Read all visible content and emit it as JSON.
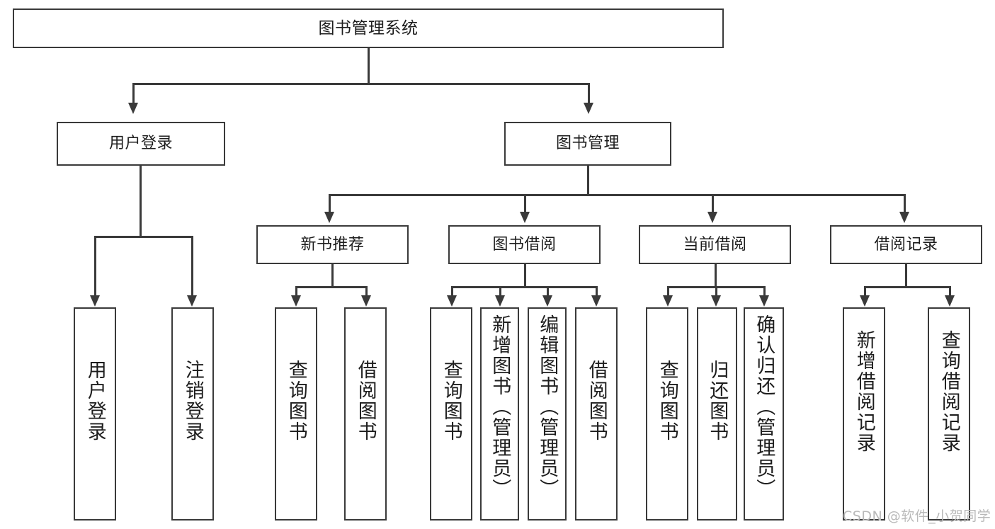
{
  "diagram": {
    "title": "图书管理系统",
    "type": "tree-hierarchy-diagram",
    "watermark": "CSDN @软件_小贺同学",
    "colors": {
      "stroke": "#3a3a3a",
      "fill": "#ffffff",
      "text": "#1d1d1d",
      "watermark": "#b9b9b9"
    },
    "nodes": {
      "root": {
        "label": "图书管理系统"
      },
      "level2": [
        {
          "id": "user-login",
          "label": "用户登录"
        },
        {
          "id": "book-manage",
          "label": "图书管理"
        }
      ],
      "level3": [
        {
          "id": "new-book-recommend",
          "label": "新书推荐"
        },
        {
          "id": "book-borrow",
          "label": "图书借阅"
        },
        {
          "id": "current-borrow",
          "label": "当前借阅"
        },
        {
          "id": "borrow-record",
          "label": "借阅记录"
        }
      ],
      "leaves": {
        "user_login": [
          {
            "id": "leaf-user-login",
            "label": "用户登录"
          },
          {
            "id": "leaf-logout-login",
            "label": "注销登录"
          }
        ],
        "new_book_recommend": [
          {
            "id": "leaf-query-book-1",
            "label": "查询图书"
          },
          {
            "id": "leaf-borrow-book-1",
            "label": "借阅图书"
          }
        ],
        "book_borrow": [
          {
            "id": "leaf-query-book-2",
            "label": "查询图书"
          },
          {
            "id": "leaf-add-book",
            "label": "新增图书（管理员）"
          },
          {
            "id": "leaf-edit-book",
            "label": "编辑图书（管理员）"
          },
          {
            "id": "leaf-borrow-book-2",
            "label": "借阅图书"
          }
        ],
        "current_borrow": [
          {
            "id": "leaf-query-book-3",
            "label": "查询图书"
          },
          {
            "id": "leaf-return-book",
            "label": "归还图书"
          },
          {
            "id": "leaf-confirm-return",
            "label": "确认归还（管理员）"
          }
        ],
        "borrow_record": [
          {
            "id": "leaf-add-record",
            "label": "新增借阅记录"
          },
          {
            "id": "leaf-query-record",
            "label": "查询借阅记录"
          }
        ]
      }
    }
  }
}
